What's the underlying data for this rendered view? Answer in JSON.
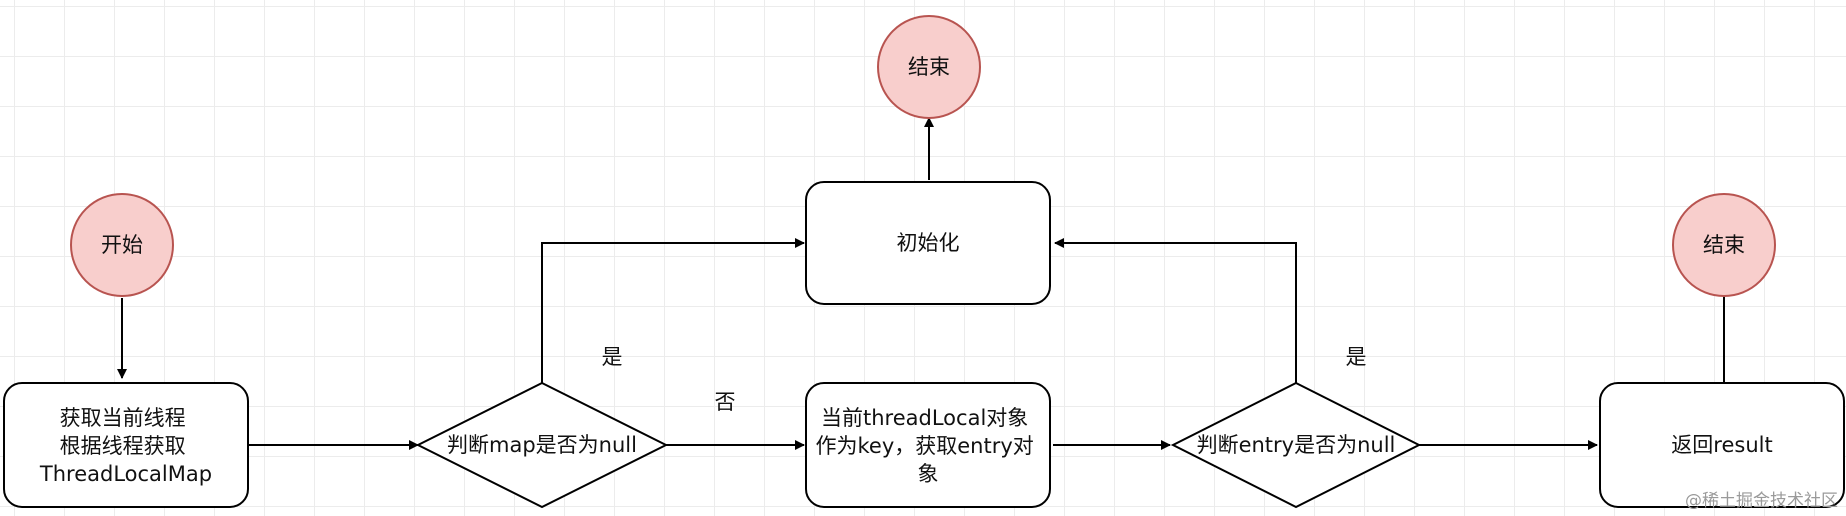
{
  "nodes": {
    "start": "开始",
    "end_top": "结束",
    "end_right": "结束",
    "get_thread": [
      "获取当前线程",
      "根据线程获取",
      "ThreadLocalMap"
    ],
    "check_map": "判断map是否为null",
    "init": "初始化",
    "get_entry": [
      "当前threadLocal对象",
      "作为key，获取entry对",
      "象"
    ],
    "check_entry": "判断entry是否为null",
    "return_result": "返回result"
  },
  "edges": {
    "map_yes": "是",
    "map_no": "否",
    "entry_yes": "是"
  },
  "watermark": "@稀土掘金技术社区",
  "colors": {
    "terminal_fill": "#f8cecc",
    "terminal_stroke": "#b85450",
    "node_stroke": "#000000",
    "edge": "#000000"
  }
}
